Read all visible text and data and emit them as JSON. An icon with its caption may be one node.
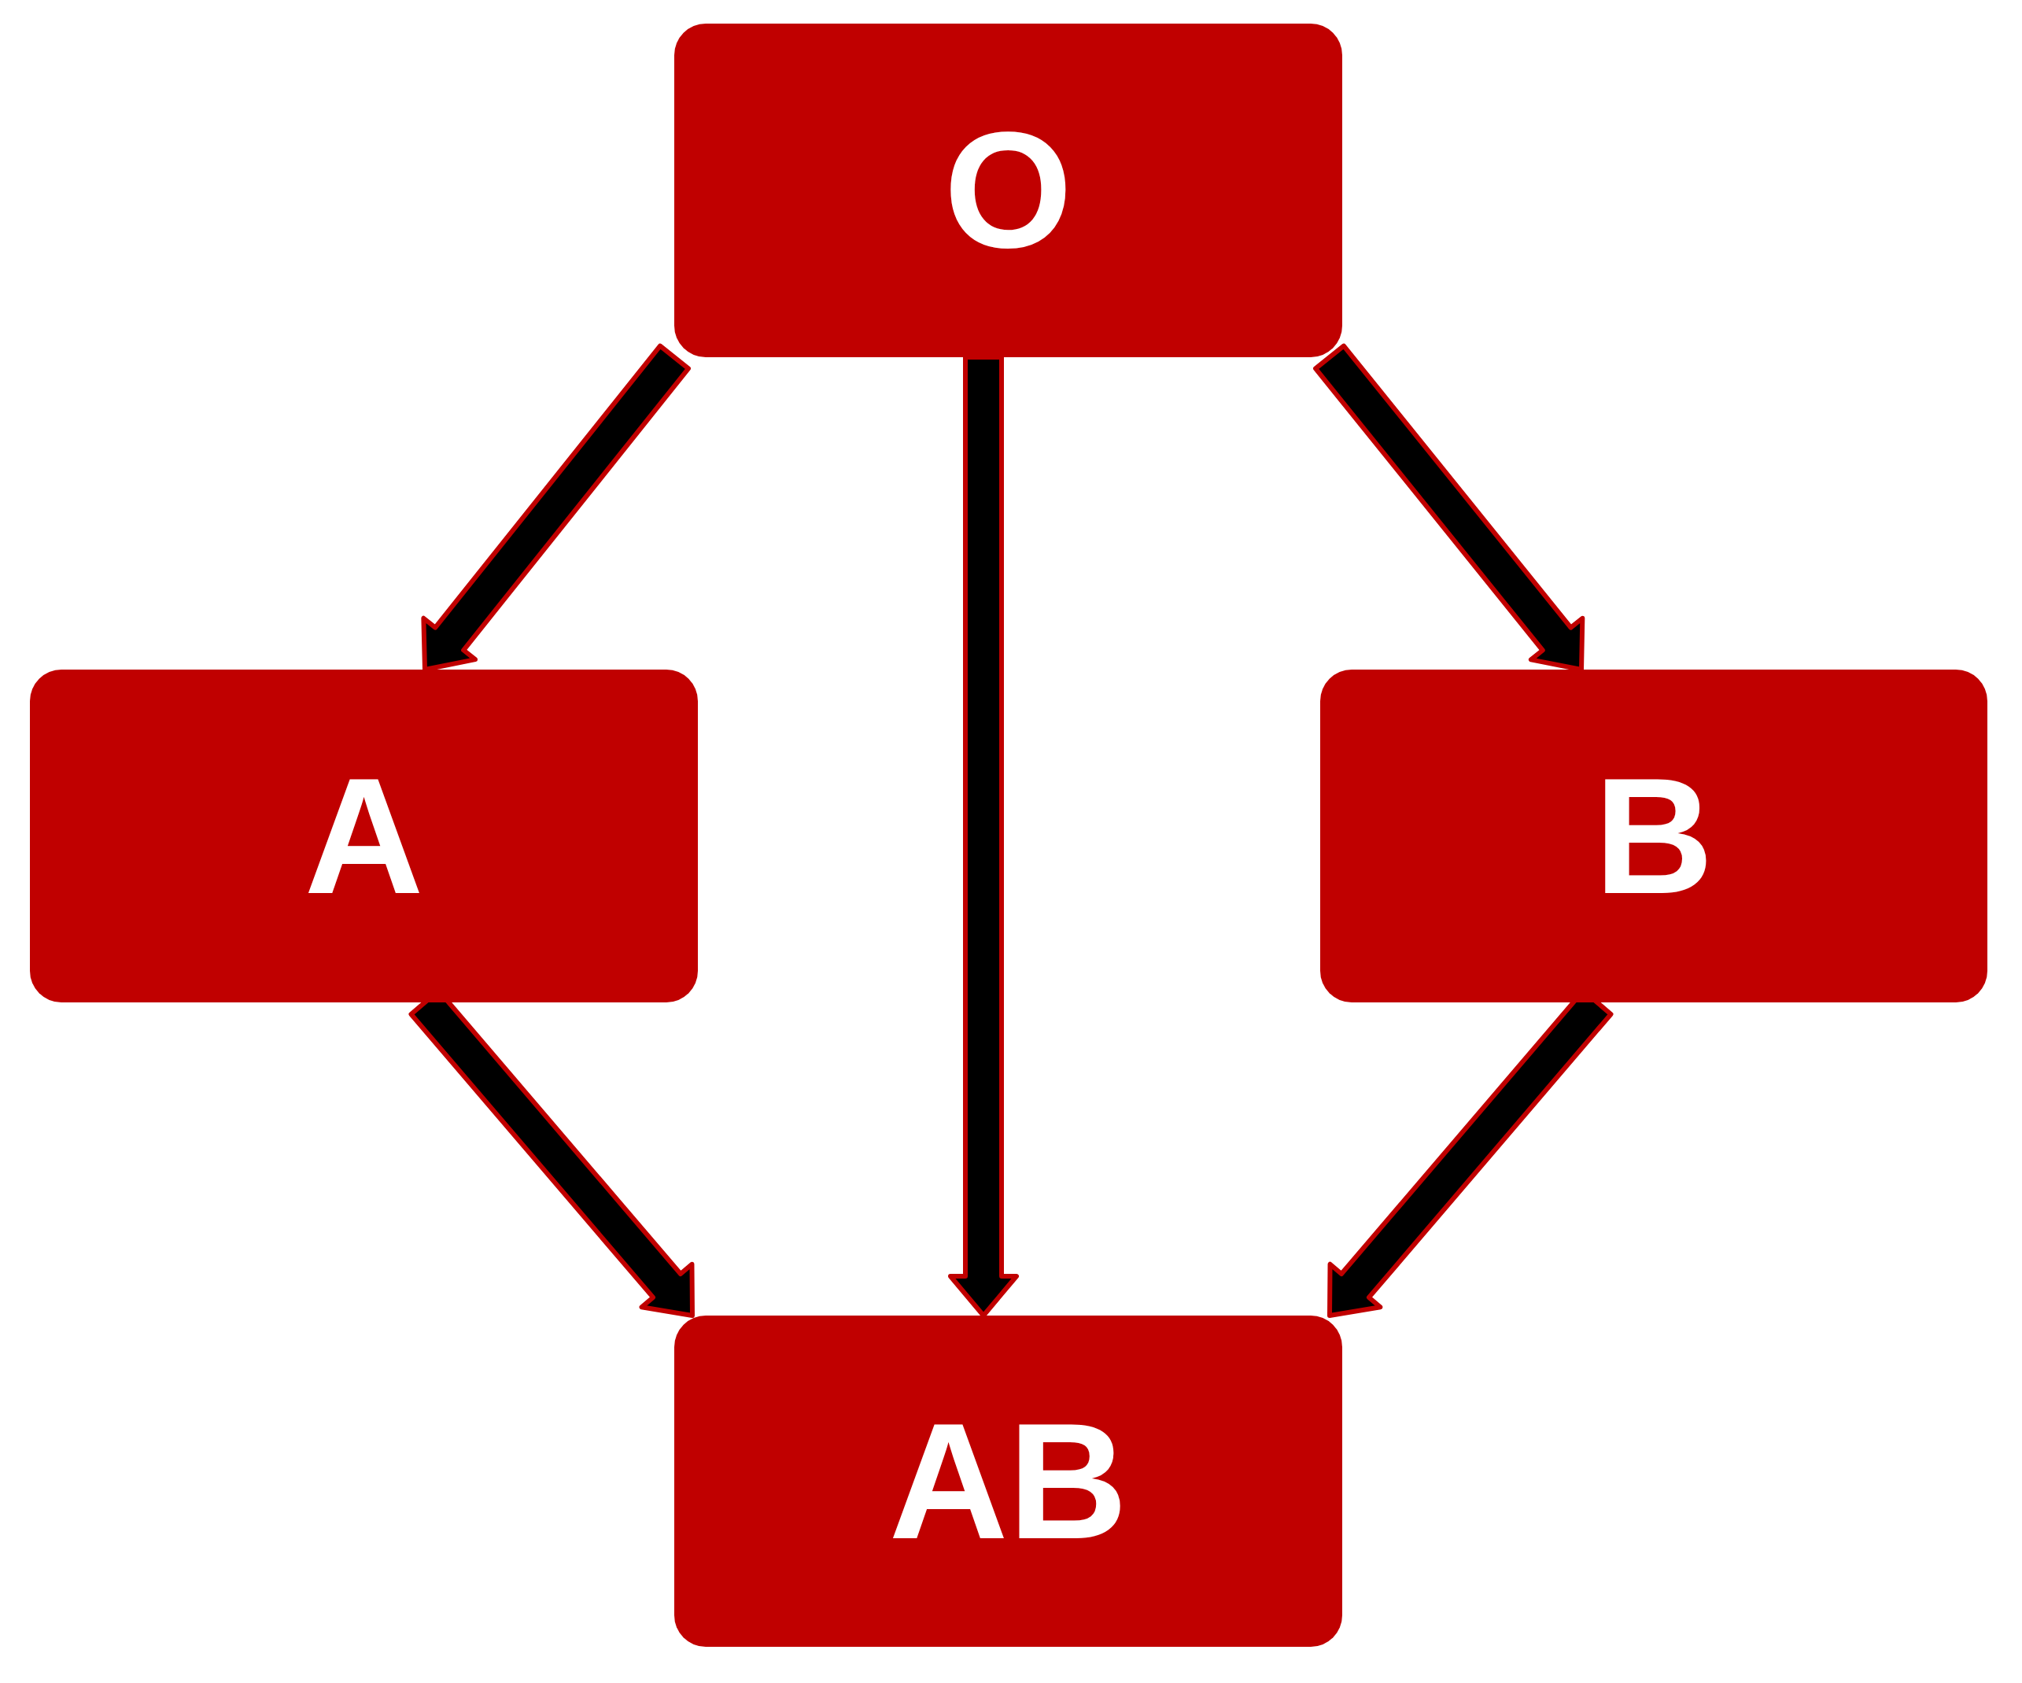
{
  "diagram": {
    "nodes": [
      {
        "text": [
          "O"
        ]
      },
      {
        "text": [
          "A"
        ]
      },
      {
        "text": [
          "B"
        ]
      },
      {
        "text": [
          "AB"
        ]
      }
    ],
    "edges": [
      {
        "from": 0,
        "to": 1,
        "arrow": "to"
      },
      {
        "from": 0,
        "to": 3,
        "arrow": "to"
      },
      {
        "from": 0,
        "to": 2,
        "arrow": "to"
      },
      {
        "from": 1,
        "to": 3,
        "arrow": "to"
      },
      {
        "from": 2,
        "to": 3,
        "arrow": "to"
      }
    ]
  }
}
